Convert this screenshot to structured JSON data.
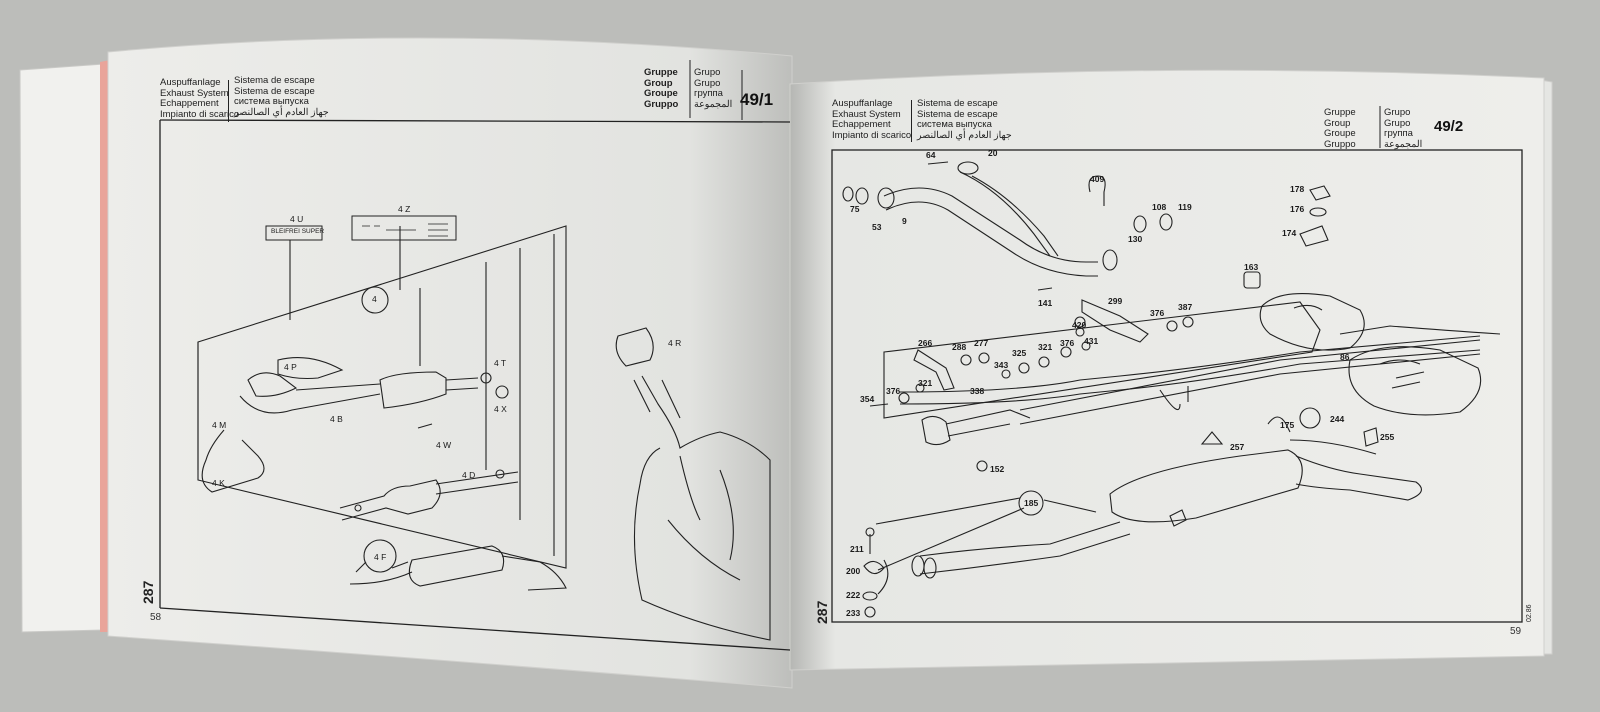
{
  "left_page": {
    "header": {
      "col1": [
        "Auspuffanlage",
        "Exhaust System",
        "Echappement",
        "Impianto di scarico"
      ],
      "col2": [
        "Sistema de escape",
        "Sistema de escape",
        "система выпуска",
        "جهاز العادم أي الصالنصر"
      ],
      "group_col1": [
        "Gruppe",
        "Group",
        "Groupe",
        "Gruppo"
      ],
      "group_col2": [
        "Grupo",
        "Grupo",
        "группа",
        "المجموعة"
      ],
      "code": "49/1"
    },
    "side_number": "287",
    "page_number": "58",
    "callouts": {
      "u4": "4 U",
      "z4": "4 Z",
      "plate": "BLEIFREI SUPER",
      "c4": "4",
      "p4": "4 P",
      "t4": "4 T",
      "m4": "4 M",
      "b4": "4 B",
      "x4": "4 X",
      "w4": "4 W",
      "k4": "4 K",
      "d4": "4 D",
      "f4": "4 F",
      "r4": "4 R"
    }
  },
  "right_page": {
    "header": {
      "col1": [
        "Auspuffanlage",
        "Exhaust System",
        "Echappement",
        "Impianto di scarico"
      ],
      "col2": [
        "Sistema de escape",
        "Sistema de escape",
        "система выпуска",
        "جهاز العادم أي الصالنصر"
      ],
      "group_col1": [
        "Gruppe",
        "Group",
        "Groupe",
        "Gruppo"
      ],
      "group_col2": [
        "Grupo",
        "Grupo",
        "группа",
        "المجموعة"
      ],
      "code": "49/2"
    },
    "side_number": "287",
    "page_number": "59",
    "edition": "02.86",
    "callouts": {
      "n64": "64",
      "n20": "20",
      "n75": "75",
      "n53": "53",
      "n9": "9",
      "n409": "409",
      "n108": "108",
      "n119": "119",
      "n130": "130",
      "n178": "178",
      "n176": "176",
      "n174": "174",
      "n163": "163",
      "n141": "141",
      "n299": "299",
      "n376a": "376",
      "n387": "387",
      "n420": "420",
      "n266": "266",
      "n288": "288",
      "n277": "277",
      "n325": "325",
      "n321a": "321",
      "n376b": "376",
      "n431": "431",
      "n343": "343",
      "n338": "338",
      "n321b": "321",
      "n376c": "376",
      "n354": "354",
      "n86": "86",
      "n175": "175",
      "n244": "244",
      "n255": "255",
      "n257": "257",
      "n152": "152",
      "n185": "185",
      "n211": "211",
      "n200": "200",
      "n222": "222",
      "n233": "233"
    }
  }
}
